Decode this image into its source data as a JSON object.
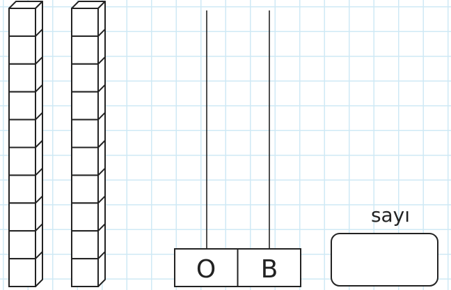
{
  "abacus": {
    "rods": [
      {
        "label": "O"
      },
      {
        "label": "B"
      }
    ]
  },
  "answer_box": {
    "label": "sayı",
    "value": ""
  },
  "blocks": {
    "rod_count": 2,
    "cubes_per_rod": 10
  }
}
